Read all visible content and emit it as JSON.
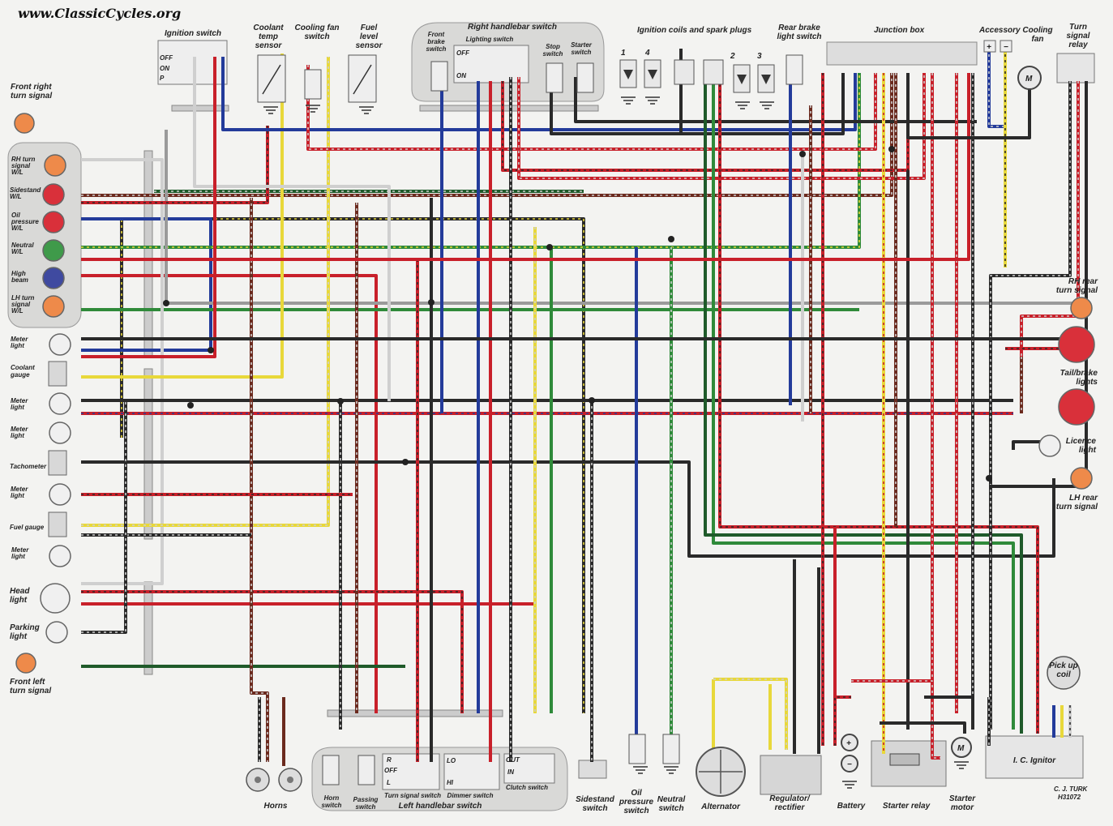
{
  "watermark": "www.ClassicCycles.org",
  "credit": [
    "C. J. TURK",
    "H31072"
  ],
  "colors": {
    "red": "#c8202a",
    "black": "#2a2a2a",
    "brown": "#6b2a1e",
    "blue": "#233b9a",
    "green": "#2f8a3a",
    "darkgreen": "#1f5a2a",
    "yellow": "#e8d83a",
    "white": "#cfcfcf",
    "grey": "#9a9a9a",
    "bg": "#f3f3f1"
  },
  "labels": {
    "ignition_switch": "Ignition switch",
    "coolant_temp_sensor": [
      "Coolant",
      "temp",
      "sensor"
    ],
    "cooling_fan_switch": [
      "Cooling fan",
      "switch"
    ],
    "fuel_level_sensor": [
      "Fuel",
      "level",
      "sensor"
    ],
    "right_handlebar_switch": "Right handlebar switch",
    "front_brake_switch": [
      "Front",
      "brake",
      "switch"
    ],
    "lighting_switch": "Lighting switch",
    "stop_switch": [
      "Stop",
      "switch"
    ],
    "starter_switch": [
      "Starter",
      "switch"
    ],
    "ignition_coils": "Ignition coils and spark plugs",
    "rear_brake_light_switch": [
      "Rear brake",
      "light switch"
    ],
    "junction_box": "Junction box",
    "accessory": "Accessory",
    "cooling_fan": [
      "Cooling",
      "fan"
    ],
    "turn_signal_relay": [
      "Turn",
      "signal",
      "relay"
    ],
    "front_right_turn_signal": [
      "Front right",
      "turn signal"
    ],
    "rh_turn_signal_wl": [
      "RH turn",
      "signal",
      "W/L"
    ],
    "sidestand_wl": [
      "Sidestand",
      "W/L"
    ],
    "oil_pressure_wl": [
      "Oil",
      "pressure",
      "W/L"
    ],
    "neutral_wl": [
      "Neutral",
      "W/L"
    ],
    "high_beam": [
      "High",
      "beam"
    ],
    "lh_turn_signal_wl": [
      "LH turn",
      "signal",
      "W/L"
    ],
    "meter_light": [
      "Meter",
      "light"
    ],
    "coolant_gauge": [
      "Coolant",
      "gauge"
    ],
    "tachometer": "Tachometer",
    "fuel_gauge": "Fuel gauge",
    "head_light": [
      "Head",
      "light"
    ],
    "parking_light": [
      "Parking",
      "light"
    ],
    "front_left_turn_signal": [
      "Front left",
      "turn signal"
    ],
    "rh_rear_turn_signal": [
      "RH rear",
      "turn signal"
    ],
    "tail_brake_lights": [
      "Tail/brake",
      "lights"
    ],
    "licence_light": [
      "Licence",
      "light"
    ],
    "lh_rear_turn_signal": [
      "LH rear",
      "turn signal"
    ],
    "pick_up_coil": [
      "Pick up",
      "coil"
    ],
    "ic_ignitor": "I. C. Ignitor",
    "horns": "Horns",
    "horn_switch": [
      "Horn",
      "switch"
    ],
    "passing_switch": [
      "Passing",
      "switch"
    ],
    "turn_signal_switch": "Turn signal switch",
    "dimmer_switch": "Dimmer switch",
    "clutch_switch": "Clutch switch",
    "left_handlebar_switch": "Left handlebar switch",
    "sidestand_switch": [
      "Sidestand",
      "switch"
    ],
    "oil_pressure_switch": [
      "Oil",
      "pressure",
      "switch"
    ],
    "neutral_switch": [
      "Neutral",
      "switch"
    ],
    "alternator": "Alternator",
    "regulator_rectifier": [
      "Regulator/",
      "rectifier"
    ],
    "battery": "Battery",
    "starter_relay": "Starter relay",
    "starter_motor": [
      "Starter",
      "motor"
    ]
  },
  "switch_positions": {
    "ignition": [
      "OFF",
      "ON",
      "P"
    ],
    "lighting": [
      "OFF",
      "ON"
    ],
    "turn_signal": [
      "R",
      "OFF",
      "L"
    ],
    "dimmer": [
      "LO",
      "HI"
    ],
    "clutch": [
      "OUT",
      "IN"
    ]
  },
  "coil_numbers": [
    "1",
    "4",
    "2",
    "3"
  ],
  "motor_symbol": "M",
  "plus_minus": [
    "+",
    "−"
  ]
}
